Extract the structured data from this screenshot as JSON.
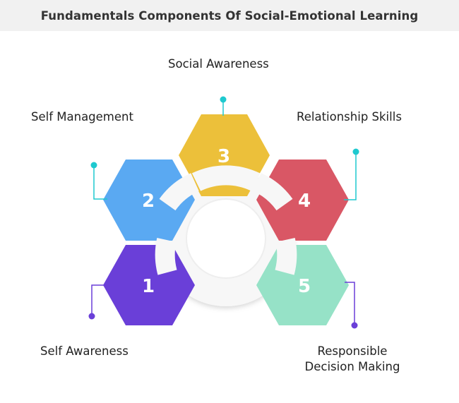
{
  "title": "Fundamentals Components Of Social-Emotional Learning",
  "components": [
    {
      "number": "1",
      "label": "Self Awareness",
      "color": "#6a3fd8",
      "accent": "#6a3fd8"
    },
    {
      "number": "2",
      "label": "Self Management",
      "color": "#5aa9f2",
      "accent": "#1ec9cf"
    },
    {
      "number": "3",
      "label": "Social Awareness",
      "color": "#ecc03a",
      "accent": "#1ec9cf"
    },
    {
      "number": "4",
      "label": "Relationship Skills",
      "color": "#d95765",
      "accent": "#1ec9cf"
    },
    {
      "number": "5",
      "label_line1": "Responsible",
      "label_line2": "Decision Making",
      "color": "#96e2c7",
      "accent": "#6a3fd8"
    }
  ]
}
